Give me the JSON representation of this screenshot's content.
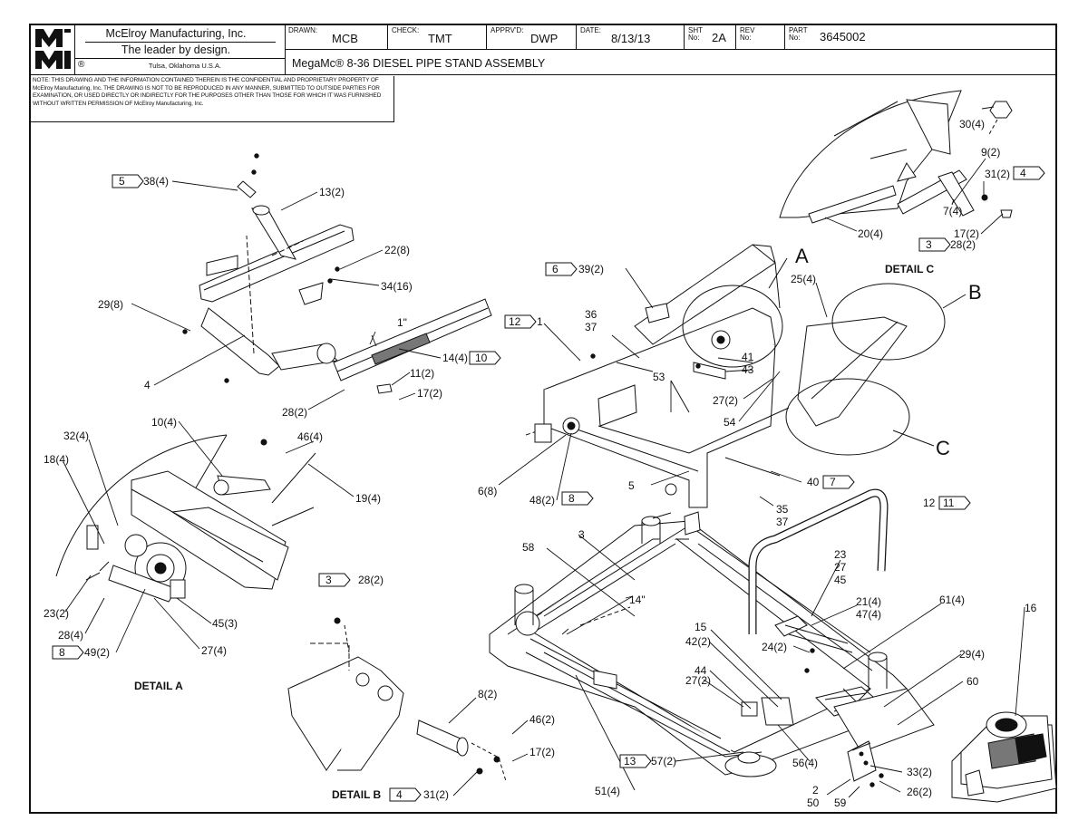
{
  "logo": {
    "text": "MMI"
  },
  "company": {
    "name": "McElroy Manufacturing, Inc.",
    "tagline": "The leader by design.",
    "location": "Tulsa, Oklahoma U.S.A.",
    "registered_mark": "®"
  },
  "title_block": {
    "drawn_label": "DRAWN:",
    "drawn": "MCB",
    "check_label": "CHECK:",
    "check": "TMT",
    "approved_label": "APPRV'D:",
    "approved": "DWP",
    "date_label": "DATE:",
    "date": "8/13/13",
    "sheet_label": "SHT No:",
    "sheet": "2A",
    "rev_label": "REV No:",
    "rev": "",
    "part_label": "PART No:",
    "part": "3645002",
    "title": "MegaMc® 8-36  DIESEL PIPE STAND ASSEMBLY"
  },
  "note": "NOTE: THIS DRAWING AND THE INFORMATION CONTAINED THEREIN IS THE CONFIDENTIAL AND PROPRIETARY PROPERTY OF McElroy Manufacturing, Inc. THE DRAWING IS NOT TO BE REPRODUCED IN ANY MANNER, SUBMITTED TO OUTSIDE PARTIES FOR EXAMINATION, OR USED DIRECTLY OR INDIRECTLY FOR THE PURPOSES OTHER THAN THOSE FOR WHICH IT WAS FURNISHED WITHOUT WRITTEN PERMISSION OF McElroy Manufacturing, Inc.",
  "details": {
    "a": "DETAIL A",
    "b": "DETAIL B",
    "c": "DETAIL C",
    "letter_a": "A",
    "letter_b": "B",
    "letter_c": "C"
  },
  "dimensions": {
    "d1": "1\"",
    "d14": "14\""
  },
  "callouts": {
    "c38": "38(4)",
    "c13": "13(2)",
    "c22": "22(8)",
    "c34": "34(16)",
    "c29a": "29(8)",
    "c4": "4",
    "c14": "14(4)",
    "c11": "11(2)",
    "c17a": "17(2)",
    "c28a": "28(2)",
    "c10": "10(4)",
    "c46a": "46(4)",
    "c19": "19(4)",
    "c32": "32(4)",
    "c18": "18(4)",
    "c23a": "23(2)",
    "c28b": "28(4)",
    "c49": "49(2)",
    "c45a": "45(3)",
    "c27a": "27(4)",
    "c28c": "28(2)",
    "c8": "8(2)",
    "c46b": "46(2)",
    "c17b": "17(2)",
    "c31a": "31(2)",
    "c39": "39(2)",
    "c1": "1",
    "c36": "36",
    "c37a": "37",
    "c53": "53",
    "c41": "41",
    "c43": "43",
    "c27b": "27(2)",
    "c54": "54",
    "c25": "25(4)",
    "c68": "6(8)",
    "c48": "48(2)",
    "c5": "5",
    "c40": "40",
    "c35": "35",
    "c37b": "37",
    "c12": "12",
    "c30": "30(4)",
    "c9": "9(2)",
    "c31b": "31(2)",
    "c7": "7(4)",
    "c20": "20(4)",
    "c17c": "17(2)",
    "c28d": "28(2)",
    "c3": "3",
    "c58": "58",
    "c23b": "23",
    "c27c": "27",
    "c45b": "45",
    "c21": "21(4)",
    "c47": "47(4)",
    "c61": "61(4)",
    "c16": "16",
    "c24": "24(2)",
    "c29b": "29(4)",
    "c60": "60",
    "c15": "15",
    "c42": "42(2)",
    "c44": "44",
    "c27d": "27(2)",
    "c57": "57(2)",
    "c56": "56(4)",
    "c51": "51(4)",
    "c33": "33(2)",
    "c26": "26(2)",
    "c2": "2",
    "c50": "50",
    "c59": "59"
  },
  "flags": {
    "f5": "5",
    "f10": "10",
    "f8a": "8",
    "f3a": "3",
    "f6": "6",
    "f12a": "12",
    "f8b": "8",
    "f7": "7",
    "f4a": "4",
    "f3b": "3",
    "f11": "11",
    "f13": "13",
    "f4b": "4"
  }
}
